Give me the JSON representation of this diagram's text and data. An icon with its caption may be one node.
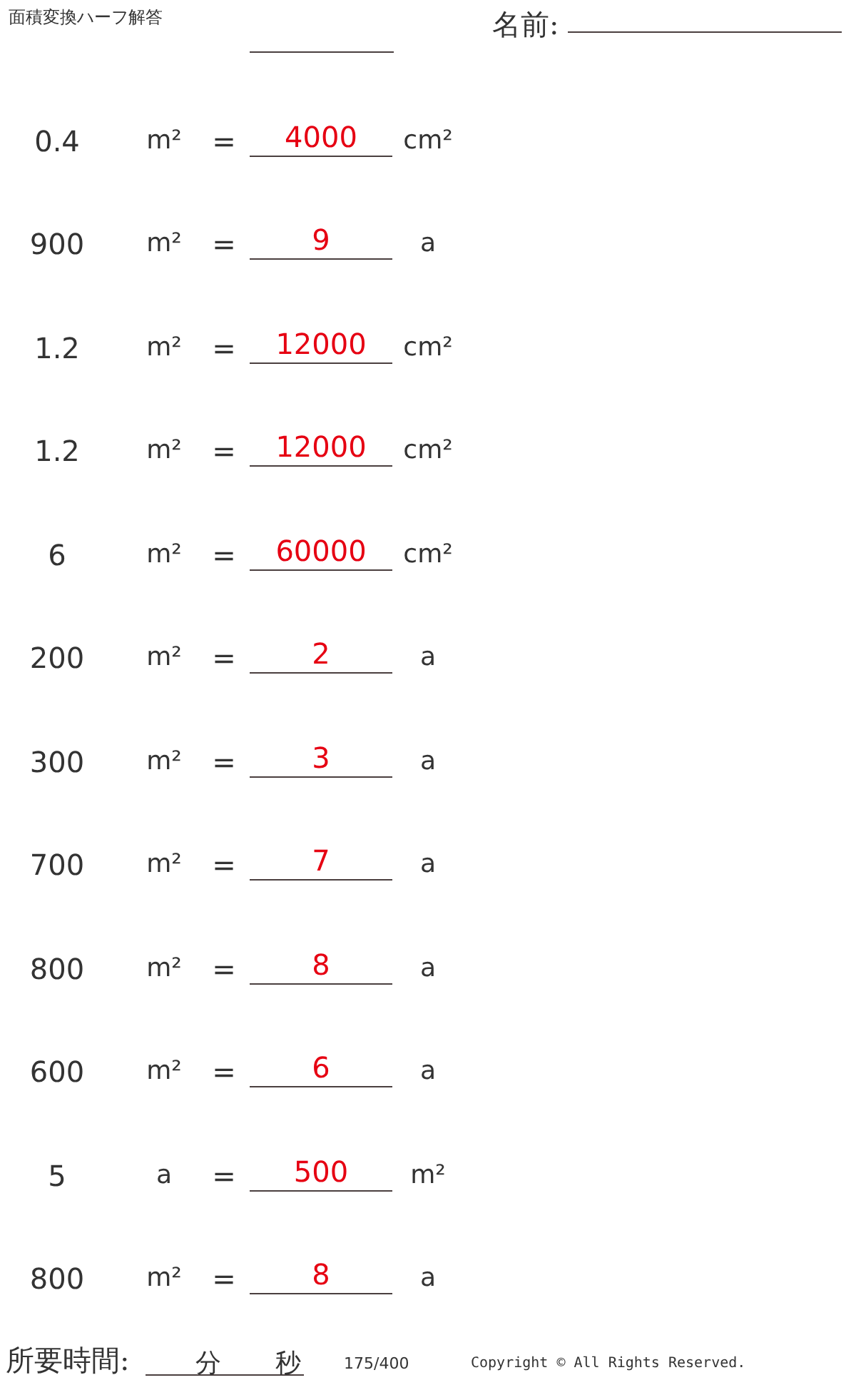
{
  "diagram": {
    "title": "面積変換ハーフ解答",
    "labels": [
      "名前:",
      "0.4",
      "m²",
      "=",
      "4000",
      "cm²",
      "900",
      "m²",
      "=",
      "9",
      "a",
      "1.2",
      "m²",
      "=",
      "12000",
      "cm²",
      "1.2",
      "m²",
      "=",
      "12000",
      "cm²",
      "6",
      "m²",
      "=",
      "60000",
      "cm²",
      "200",
      "m²",
      "=",
      "2",
      "a",
      "300",
      "m²",
      "=",
      "3",
      "a",
      "700",
      "m²",
      "=",
      "7",
      "a",
      "800",
      "m²",
      "=",
      "8",
      "a",
      "600",
      "m²",
      "=",
      "6",
      "a",
      "5",
      "a",
      "=",
      "500",
      "m²",
      "800",
      "m²",
      "=",
      "8",
      "a",
      "所要時間:",
      "分",
      "秒",
      "175/400",
      "Copyright © All Rights Reserved."
    ]
  }
}
